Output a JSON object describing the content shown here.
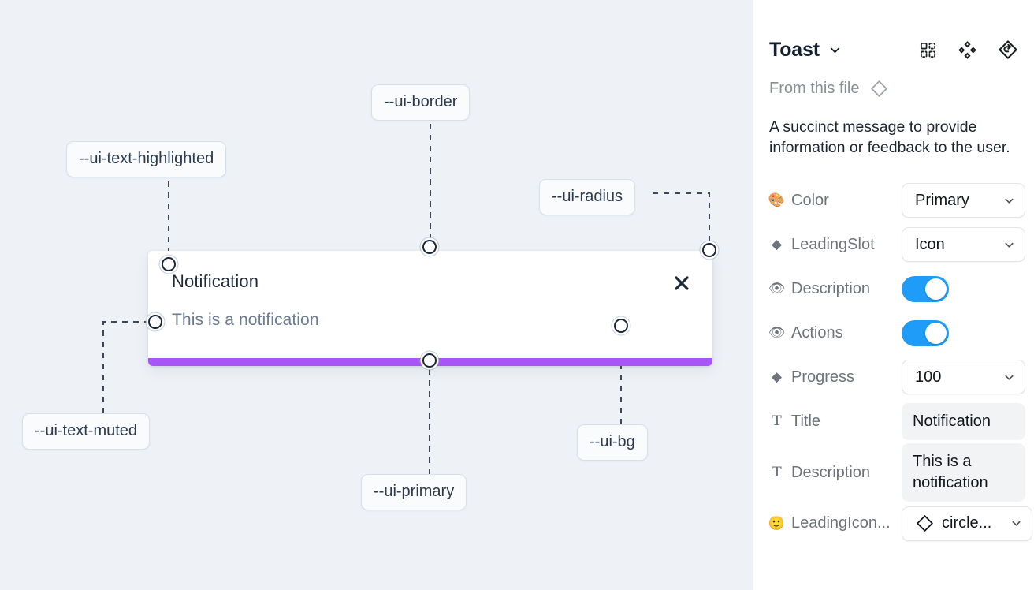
{
  "canvas": {
    "background_color": "#eef2f7",
    "toast": {
      "title": "Notification",
      "description": "This is a notification",
      "close_icon": "close-x-icon",
      "progress_color": "#a855f7",
      "background_color": "#ffffff"
    },
    "annotations": [
      {
        "id": "ui-text-highlighted",
        "label": "--ui-text-highlighted"
      },
      {
        "id": "ui-border",
        "label": "--ui-border"
      },
      {
        "id": "ui-radius",
        "label": "--ui-radius"
      },
      {
        "id": "ui-text-muted",
        "label": "--ui-text-muted"
      },
      {
        "id": "ui-primary",
        "label": "--ui-primary"
      },
      {
        "id": "ui-bg",
        "label": "--ui-bg"
      }
    ]
  },
  "panel": {
    "title": "Toast",
    "title_caret_icon": "chevron-down-icon",
    "header_icons": [
      {
        "name": "component-grid-icon"
      },
      {
        "name": "variants-diamonds-icon"
      },
      {
        "name": "reset-revert-icon"
      }
    ],
    "from_file_label": "From this file",
    "from_file_icon": "diamond-outline-icon",
    "summary": "A succinct message to provide information or feedback to the user.",
    "properties": [
      {
        "name": "Color",
        "icon": "palette-emoji",
        "icon_glyph": "🎨",
        "control": "select",
        "value": "Primary"
      },
      {
        "name": "LeadingSlot",
        "icon": "diamond-filled-icon",
        "icon_glyph": "◆",
        "control": "select",
        "value": "Icon"
      },
      {
        "name": "Description",
        "icon": "eye-emoji",
        "icon_glyph": "👁",
        "control": "toggle",
        "value": "on"
      },
      {
        "name": "Actions",
        "icon": "eye-emoji",
        "icon_glyph": "👁",
        "control": "toggle",
        "value": "on"
      },
      {
        "name": "Progress",
        "icon": "diamond-filled-icon",
        "icon_glyph": "◆",
        "control": "select",
        "value": "100"
      },
      {
        "name": "Title",
        "icon": "text-t-icon",
        "icon_glyph": "T",
        "control": "text",
        "value": "Notification"
      },
      {
        "name": "Description",
        "icon": "text-t-icon",
        "icon_glyph": "T",
        "control": "text",
        "value": "This is a notification"
      },
      {
        "name": "LeadingIcon...",
        "icon": "smiley-emoji",
        "icon_glyph": "🙂",
        "control": "select-icon",
        "value": "circle..."
      }
    ],
    "toggle_on_color": "#1e9cf8"
  }
}
